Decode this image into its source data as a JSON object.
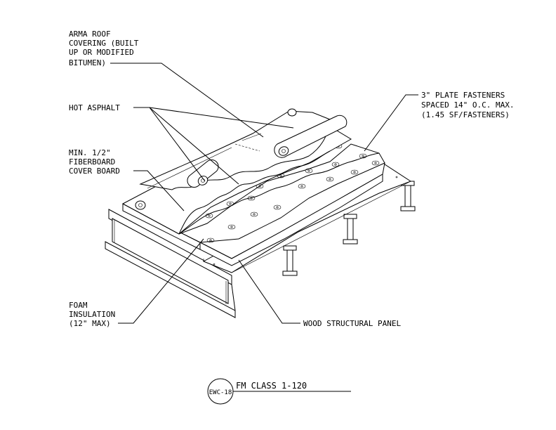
{
  "callouts": {
    "arma": [
      "ARMA ROOF",
      "COVERING (BUILT",
      "UP OR MODIFIED",
      "BITUMEN)"
    ],
    "hot_asphalt": "HOT ASPHALT",
    "fiberboard": [
      "MIN. 1/2\"",
      "FIBERBOARD",
      "COVER BOARD"
    ],
    "fasteners": [
      "3\" PLATE FASTENERS",
      "SPACED 14\" O.C. MAX.",
      "(1.45 SF/FASTENERS)"
    ],
    "foam": [
      "FOAM",
      "INSULATION",
      "(12\" MAX)"
    ],
    "wood_panel": "WOOD STRUCTURAL PANEL"
  },
  "title_block": {
    "detail_id": "EWC-18",
    "title": "FM CLASS 1-120"
  }
}
